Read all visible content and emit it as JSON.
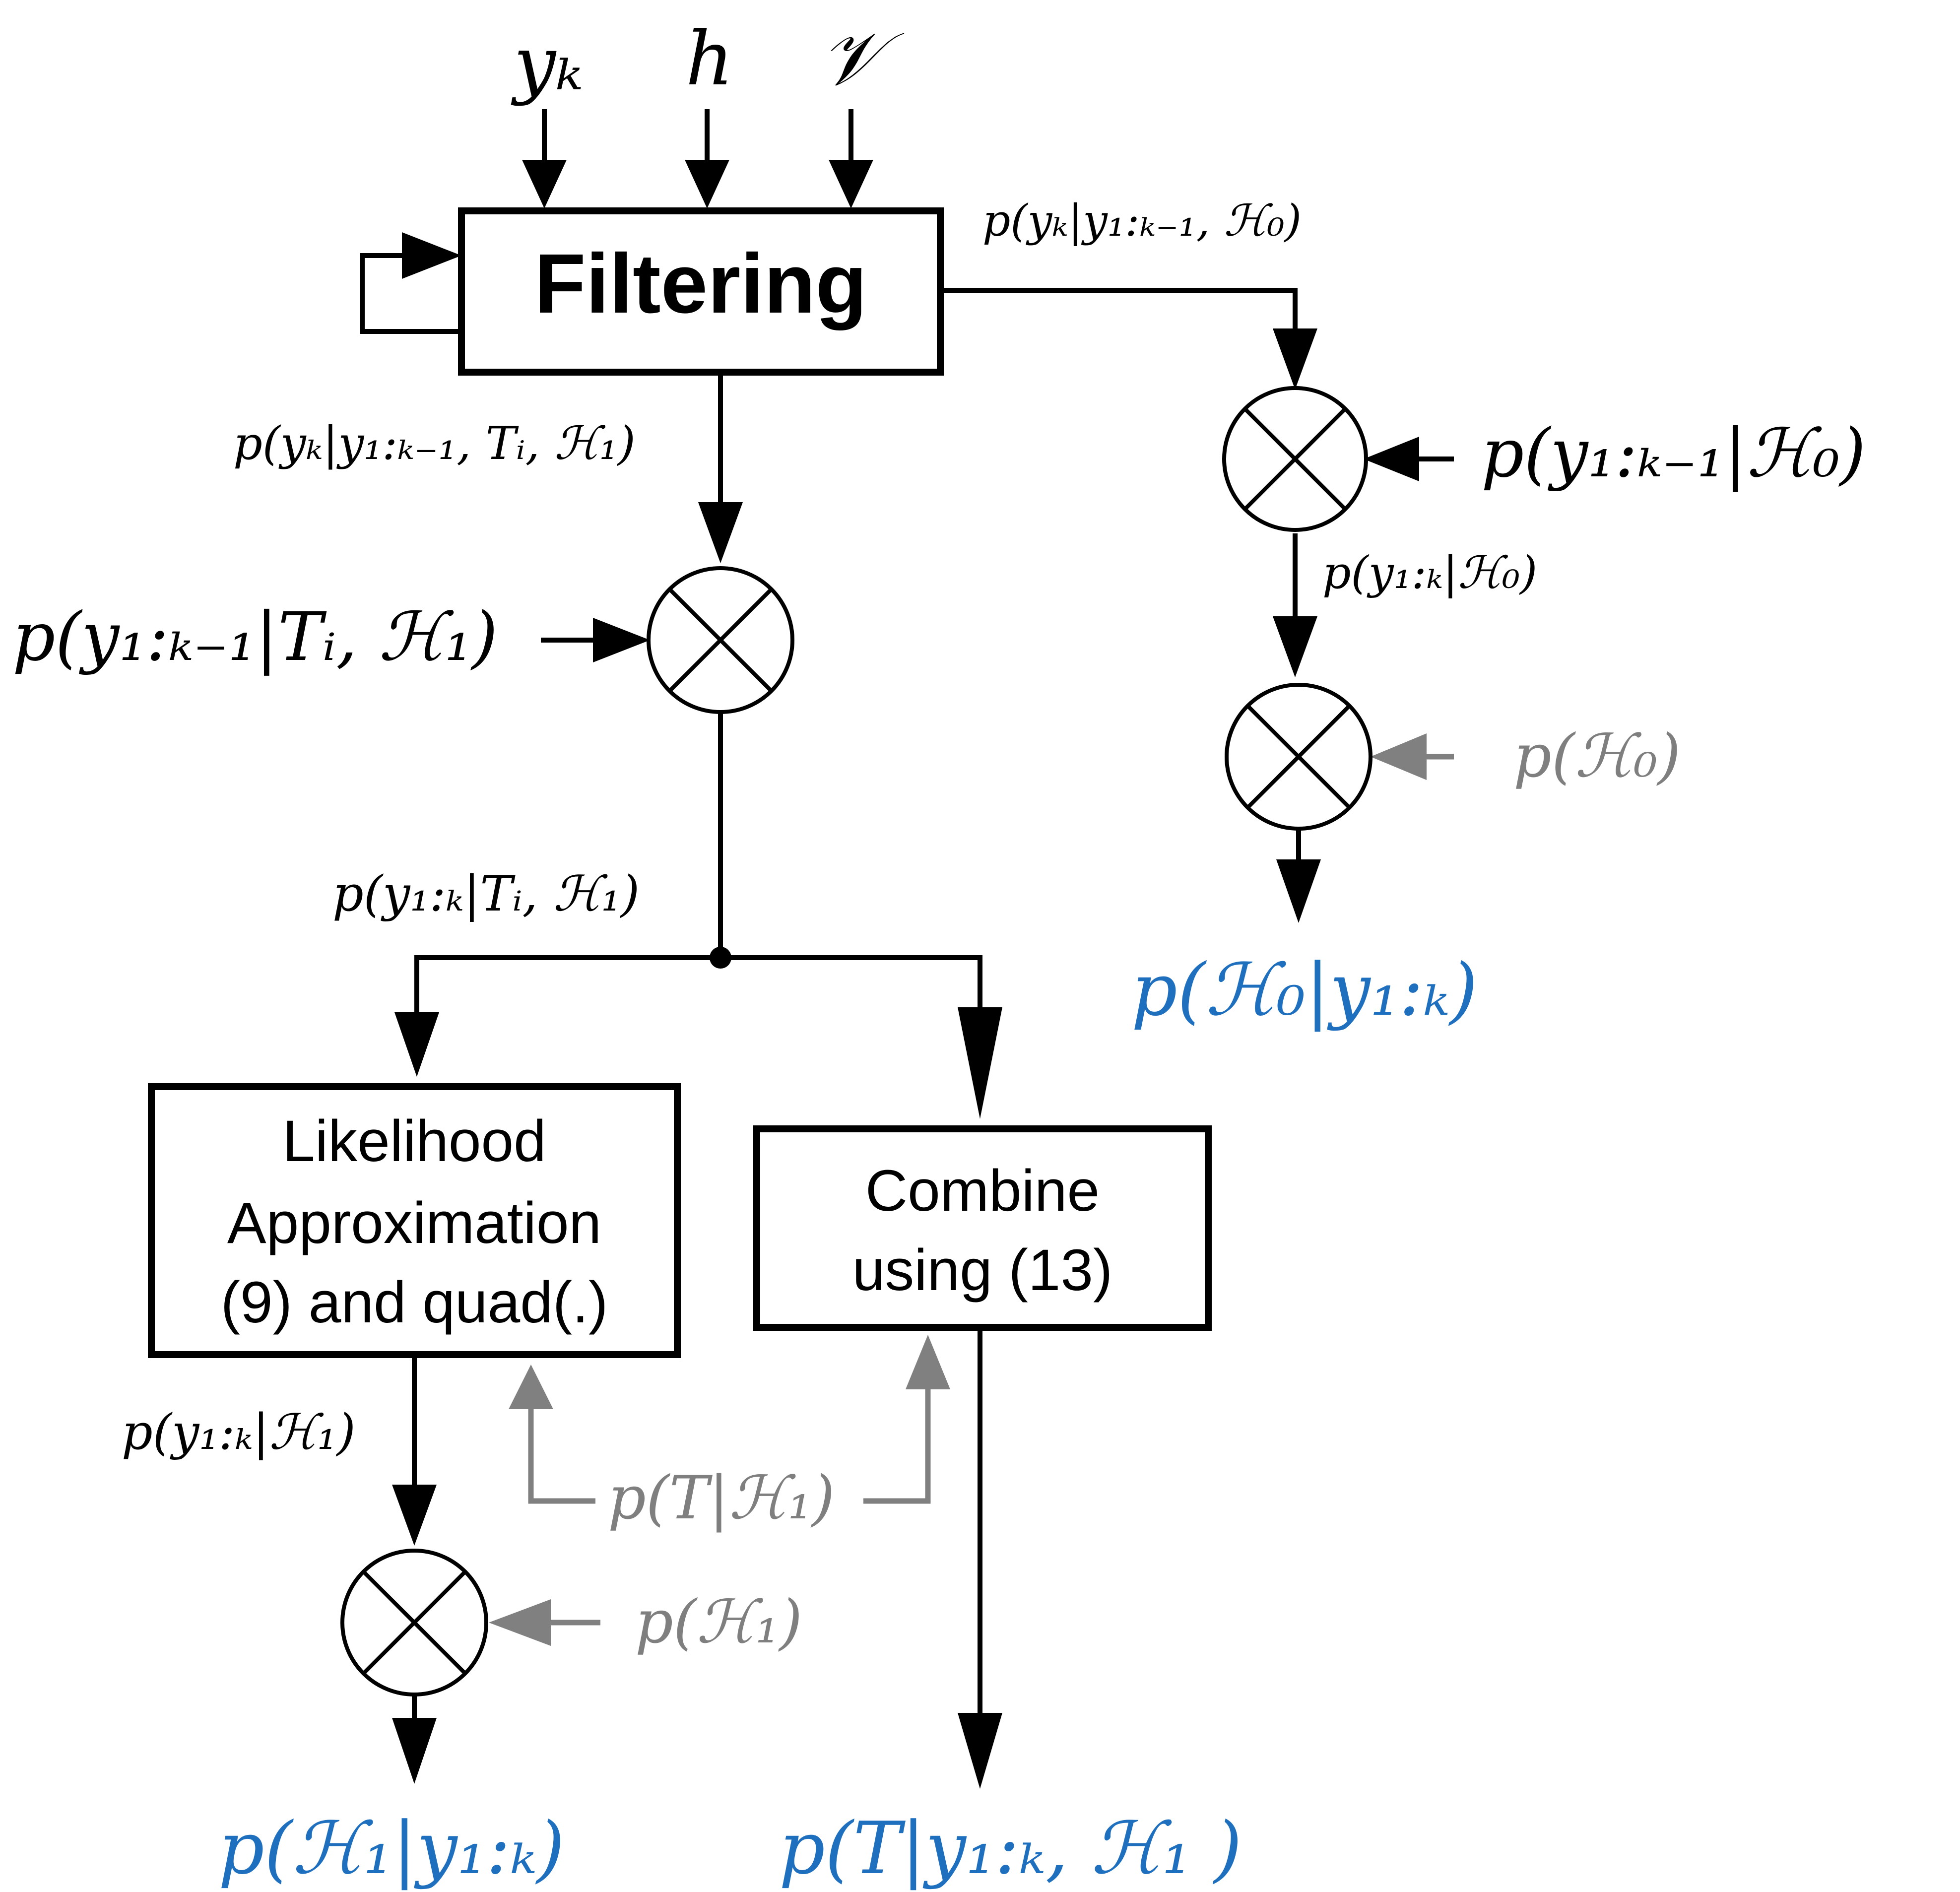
{
  "inputs": {
    "yk": "yₖ",
    "h": "h",
    "v": "𝒱"
  },
  "blocks": {
    "filtering": "Filtering",
    "likelihood_line1": "Likelihood",
    "likelihood_line2": "Approximation",
    "likelihood_line3": "(9) and quad(.)",
    "combine_line1": "Combine",
    "combine_line2": "using (13)"
  },
  "labels": {
    "filter_out_h0": "p(yₖ|y₁:ₖ₋₁, ℋ₀)",
    "filter_out_h1": "p(yₖ|y₁:ₖ₋₁, Tᵢ, ℋ₁)",
    "prior_h0_input": "p(y₁:ₖ₋₁|ℋ₀)",
    "prior_h1_input": "p(y₁:ₖ₋₁|Tᵢ, ℋ₁)",
    "joint_h0": "p(y₁:ₖ|ℋ₀)",
    "prior_h0": "p(ℋ₀)",
    "joint_h1_ti": "p(y₁:ₖ|Tᵢ, ℋ₁)",
    "likelihood_out": "p(y₁:ₖ|ℋ₁)",
    "prior_t": "p(T|ℋ₁)",
    "prior_h1": "p(ℋ₁)"
  },
  "outputs": {
    "posterior_h0": "p(ℋ₀|y₁:ₖ)",
    "posterior_h1": "p(ℋ₁|y₁:ₖ)",
    "posterior_t": "p(T|y₁:ₖ, ℋ₁ )"
  },
  "colors": {
    "line": "#000000",
    "prior_gray": "#808080",
    "output_blue": "#1f6fbf"
  }
}
